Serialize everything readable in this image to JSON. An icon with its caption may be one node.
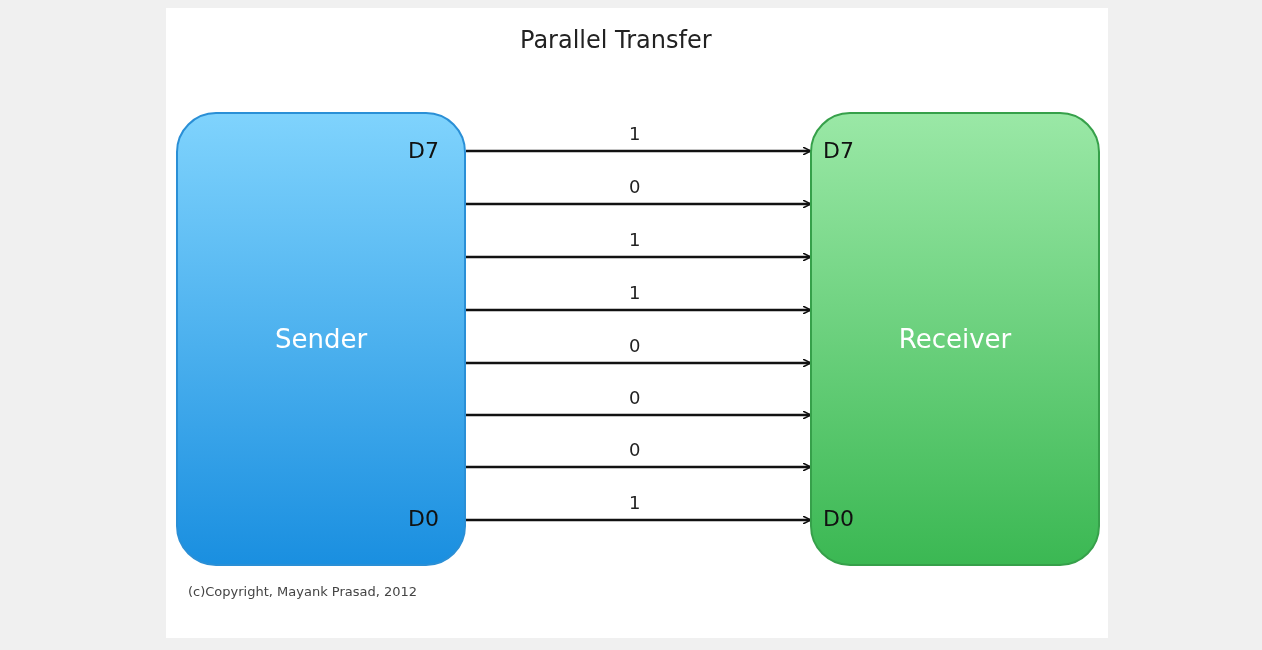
{
  "diagram": {
    "title": "Parallel Transfer",
    "nodes": [
      {
        "text": [
          "Sender"
        ]
      },
      {
        "text": [
          "Receiver"
        ]
      }
    ],
    "edges": [
      {
        "from": 0,
        "to": 1,
        "arrow": "to",
        "label": "1"
      },
      {
        "from": 0,
        "to": 1,
        "arrow": "to",
        "label": "0"
      },
      {
        "from": 0,
        "to": 1,
        "arrow": "to",
        "label": "1"
      },
      {
        "from": 0,
        "to": 1,
        "arrow": "to",
        "label": "1"
      },
      {
        "from": 0,
        "to": 1,
        "arrow": "to",
        "label": "0"
      },
      {
        "from": 0,
        "to": 1,
        "arrow": "to",
        "label": "0"
      },
      {
        "from": 0,
        "to": 1,
        "arrow": "to",
        "label": "0"
      },
      {
        "from": 0,
        "to": 1,
        "arrow": "to",
        "label": "1"
      }
    ],
    "labels": [
      "D7",
      "D7",
      "D0",
      "D0",
      "(c)Copyright, Mayank Prasad, 2012"
    ]
  }
}
